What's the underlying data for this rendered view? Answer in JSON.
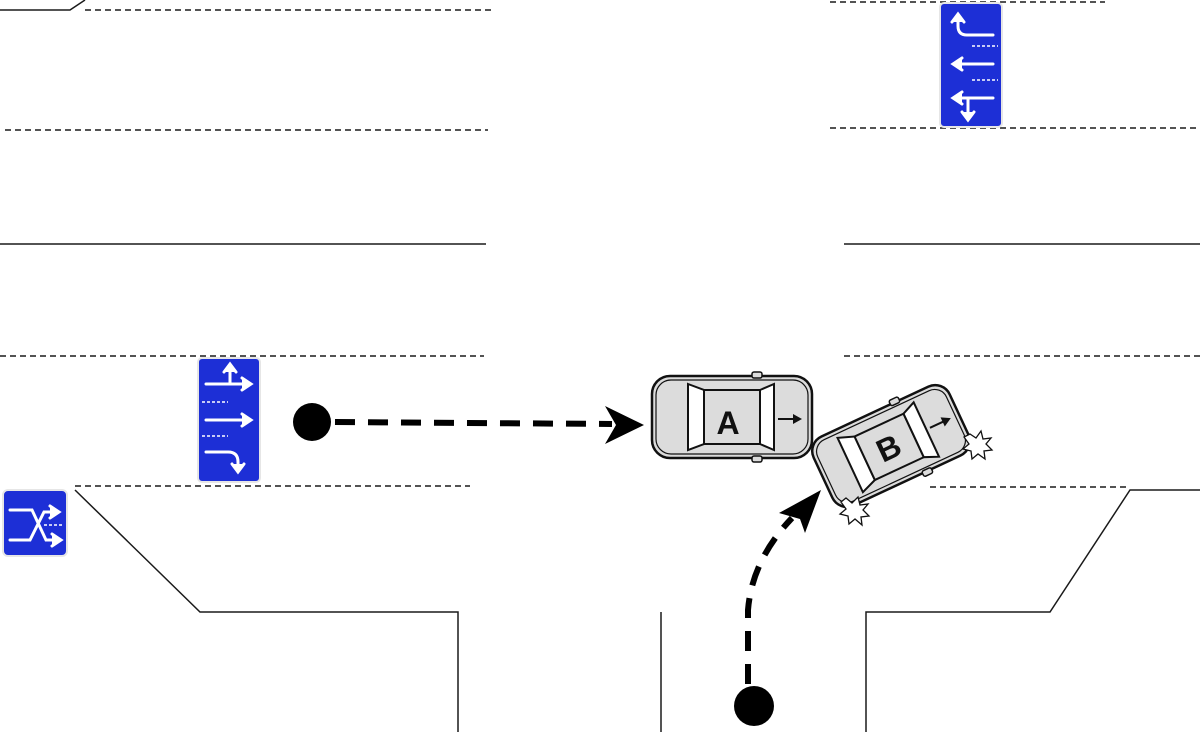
{
  "diagram": {
    "colors": {
      "background": "#ffffff",
      "road_line": "#1a1a1a",
      "sign_blue": "#1d2fd6",
      "sign_border": "#e6e6e6",
      "car_body": "#dcdcdc",
      "car_outline": "#111111",
      "path_marker": "#000000"
    },
    "vehicles": [
      {
        "id": "car-a",
        "label": "A"
      },
      {
        "id": "car-b",
        "label": "B"
      }
    ],
    "signs": [
      {
        "id": "sign-left-lanes",
        "icon": "lane-direction-arrows-right-icon"
      },
      {
        "id": "sign-right-lanes",
        "icon": "lane-direction-arrows-left-icon"
      },
      {
        "id": "sign-small-left",
        "icon": "lane-change-arrow-icon"
      }
    ],
    "paths": [
      {
        "id": "path-car-a",
        "style": "dashed",
        "direction": "straight-east"
      },
      {
        "id": "path-car-b",
        "style": "dashed",
        "direction": "curve-north-east"
      }
    ],
    "impact_icon": "collision-burst-icon"
  }
}
